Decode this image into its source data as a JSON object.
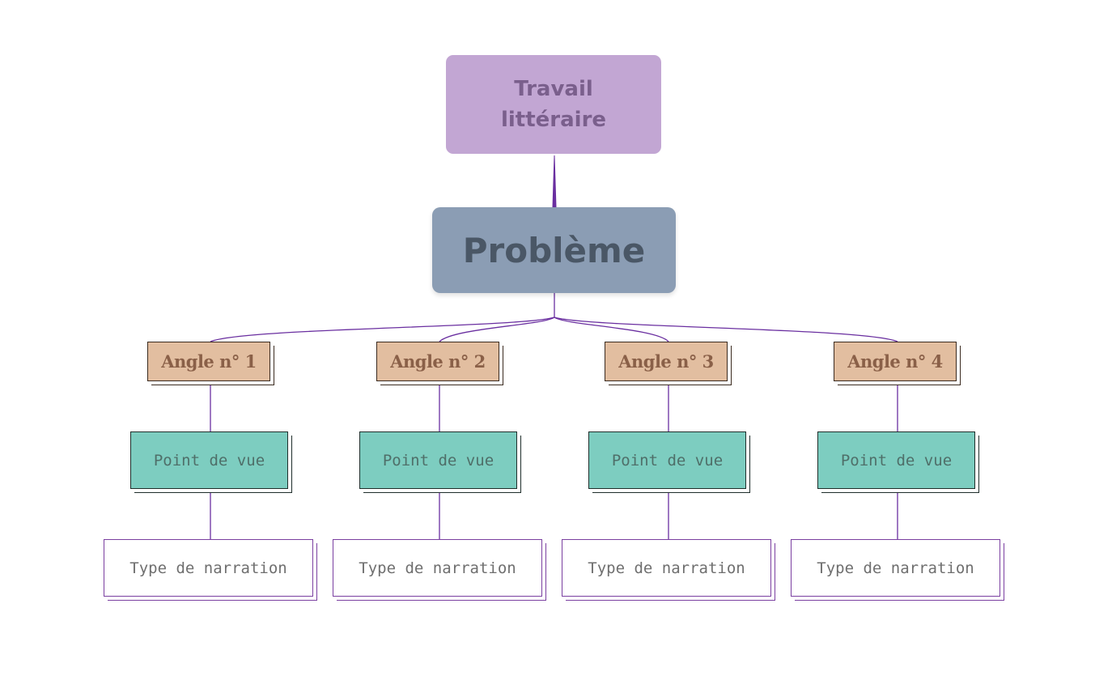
{
  "diagram": {
    "root": {
      "label": "Travail littéraire"
    },
    "central": {
      "label": "Problème"
    },
    "branches": [
      {
        "angle": "Angle n° 1",
        "point_de_vue": "Point de vue",
        "narration": "Type de narration"
      },
      {
        "angle": "Angle n° 2",
        "point_de_vue": "Point de vue",
        "narration": "Type de narration"
      },
      {
        "angle": "Angle n° 3",
        "point_de_vue": "Point de vue",
        "narration": "Type de narration"
      },
      {
        "angle": "Angle n° 4",
        "point_de_vue": "Point de vue",
        "narration": "Type de narration"
      }
    ]
  },
  "colors": {
    "root_fill": "#c2a6d3",
    "central_fill": "#8b9db4",
    "angle_fill": "#e2bea0",
    "point_de_vue_fill": "#7dcdc0",
    "narration_fill": "#ffffff",
    "connector": "#6a2fa0"
  }
}
